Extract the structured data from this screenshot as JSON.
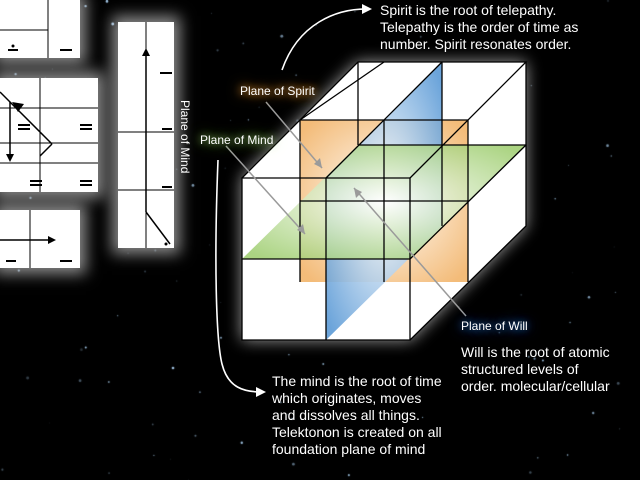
{
  "labels": {
    "plane_of_spirit": "Plane of Spirit",
    "plane_of_mind": "Plane of Mind",
    "plane_of_will": "Plane of Will",
    "plane_of_mind_vertical": "Plane of Mind"
  },
  "texts": {
    "spirit_desc": "Spirit is the root of telepathy. Telepathy is the order of time as number. Spirit resonates order.",
    "will_desc": "Will is the root of atomic structured levels of order. molecular/cellular",
    "mind_desc": "The mind is the root of time which originates, moves and dissolves all things. Telektonon is created on all foundation plane of mind"
  },
  "colors": {
    "background": "#000000",
    "spirit": "#f2b46a",
    "mind": "#9ccc6c",
    "will": "#5b9ad6",
    "panel": "#ffffff"
  }
}
